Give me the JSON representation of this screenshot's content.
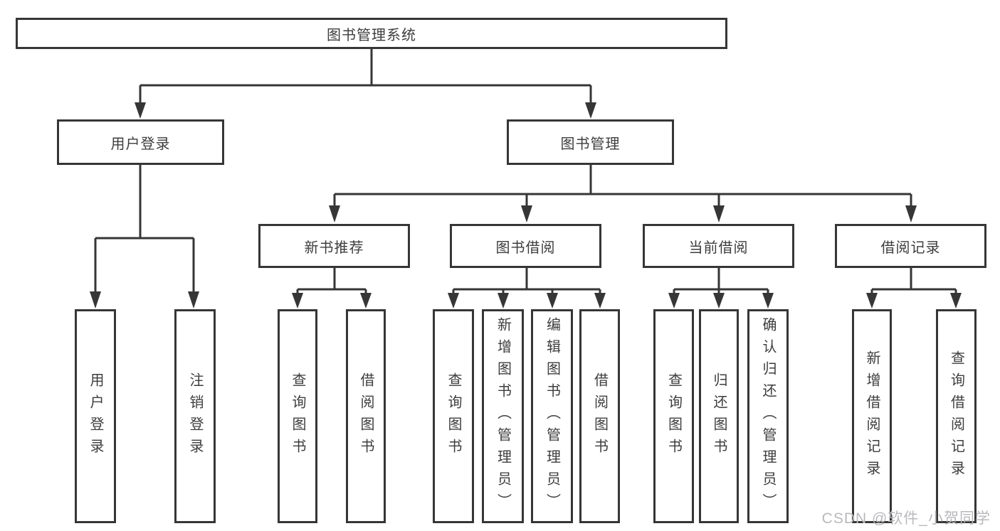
{
  "diagram": {
    "root": "图书管理系统",
    "level2": {
      "user_login": "用户登录",
      "book_management": "图书管理"
    },
    "level3": {
      "new_books": "新书推荐",
      "book_borrow": "图书借阅",
      "current_borrow": "当前借阅",
      "borrow_records": "借阅记录"
    },
    "leaves": {
      "user_login": [
        "用户登录",
        "注销登录"
      ],
      "new_books": [
        "查询图书",
        "借阅图书"
      ],
      "book_borrow": [
        "查询图书",
        "新增图书（管理员）",
        "编辑图书（管理员）",
        "借阅图书"
      ],
      "current_borrow": [
        "查询图书",
        "归还图书",
        "确认归还（管理员）"
      ],
      "borrow_records": [
        "新增借阅记录",
        "查询借阅记录"
      ]
    }
  },
  "watermark": "CSDN @软件_小贺同学",
  "colors": {
    "line": "#363636",
    "text": "#3d3d3d",
    "background": "#ffffff",
    "watermark": "#b9b9bd"
  }
}
